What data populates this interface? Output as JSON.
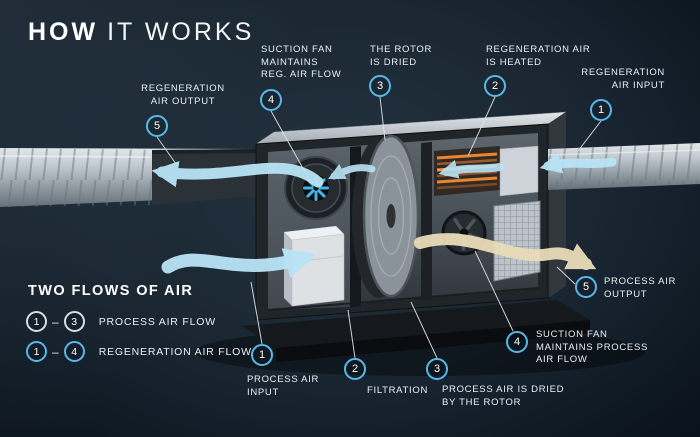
{
  "title": {
    "word1": "HOW",
    "rest": "IT WORKS"
  },
  "colors": {
    "background": "#14212d",
    "accent": "#58b8e8",
    "text": "#e9eff4",
    "flow_blue": "#b9e4f6",
    "flow_cream": "#eadcb8",
    "heater_orange": "#e8862f"
  },
  "legend": {
    "heading": "TWO FLOWS OF AIR",
    "rows": [
      {
        "from": "1",
        "dash": "–",
        "to": "3",
        "label": "PROCESS AIR FLOW"
      },
      {
        "from": "1",
        "dash": "–",
        "to": "4",
        "label": "REGENERATION AIR FLOW"
      }
    ]
  },
  "callouts": {
    "top": [
      {
        "num": "5",
        "label": "REGENERATION\nAIR OUTPUT"
      },
      {
        "num": "4",
        "label": "SUCTION FAN\nMAINTAINS\nREG. AIR FLOW"
      },
      {
        "num": "3",
        "label": "THE ROTOR\nIS DRIED"
      },
      {
        "num": "2",
        "label": "REGENERATION AIR\nIS HEATED"
      },
      {
        "num": "1",
        "label": "REGENERATION\nAIR INPUT"
      }
    ],
    "bottom": [
      {
        "num": "1",
        "label": "PROCESS AIR\nINPUT"
      },
      {
        "num": "2",
        "label": "FILTRATION"
      },
      {
        "num": "3",
        "label": "PROCESS AIR IS DRIED\nBY THE ROTOR"
      },
      {
        "num": "4",
        "label": "SUCTION FAN\nMAINTAINS PROCESS\nAIR FLOW"
      },
      {
        "num": "5",
        "label": "PROCESS AIR\nOUTPUT"
      }
    ]
  }
}
